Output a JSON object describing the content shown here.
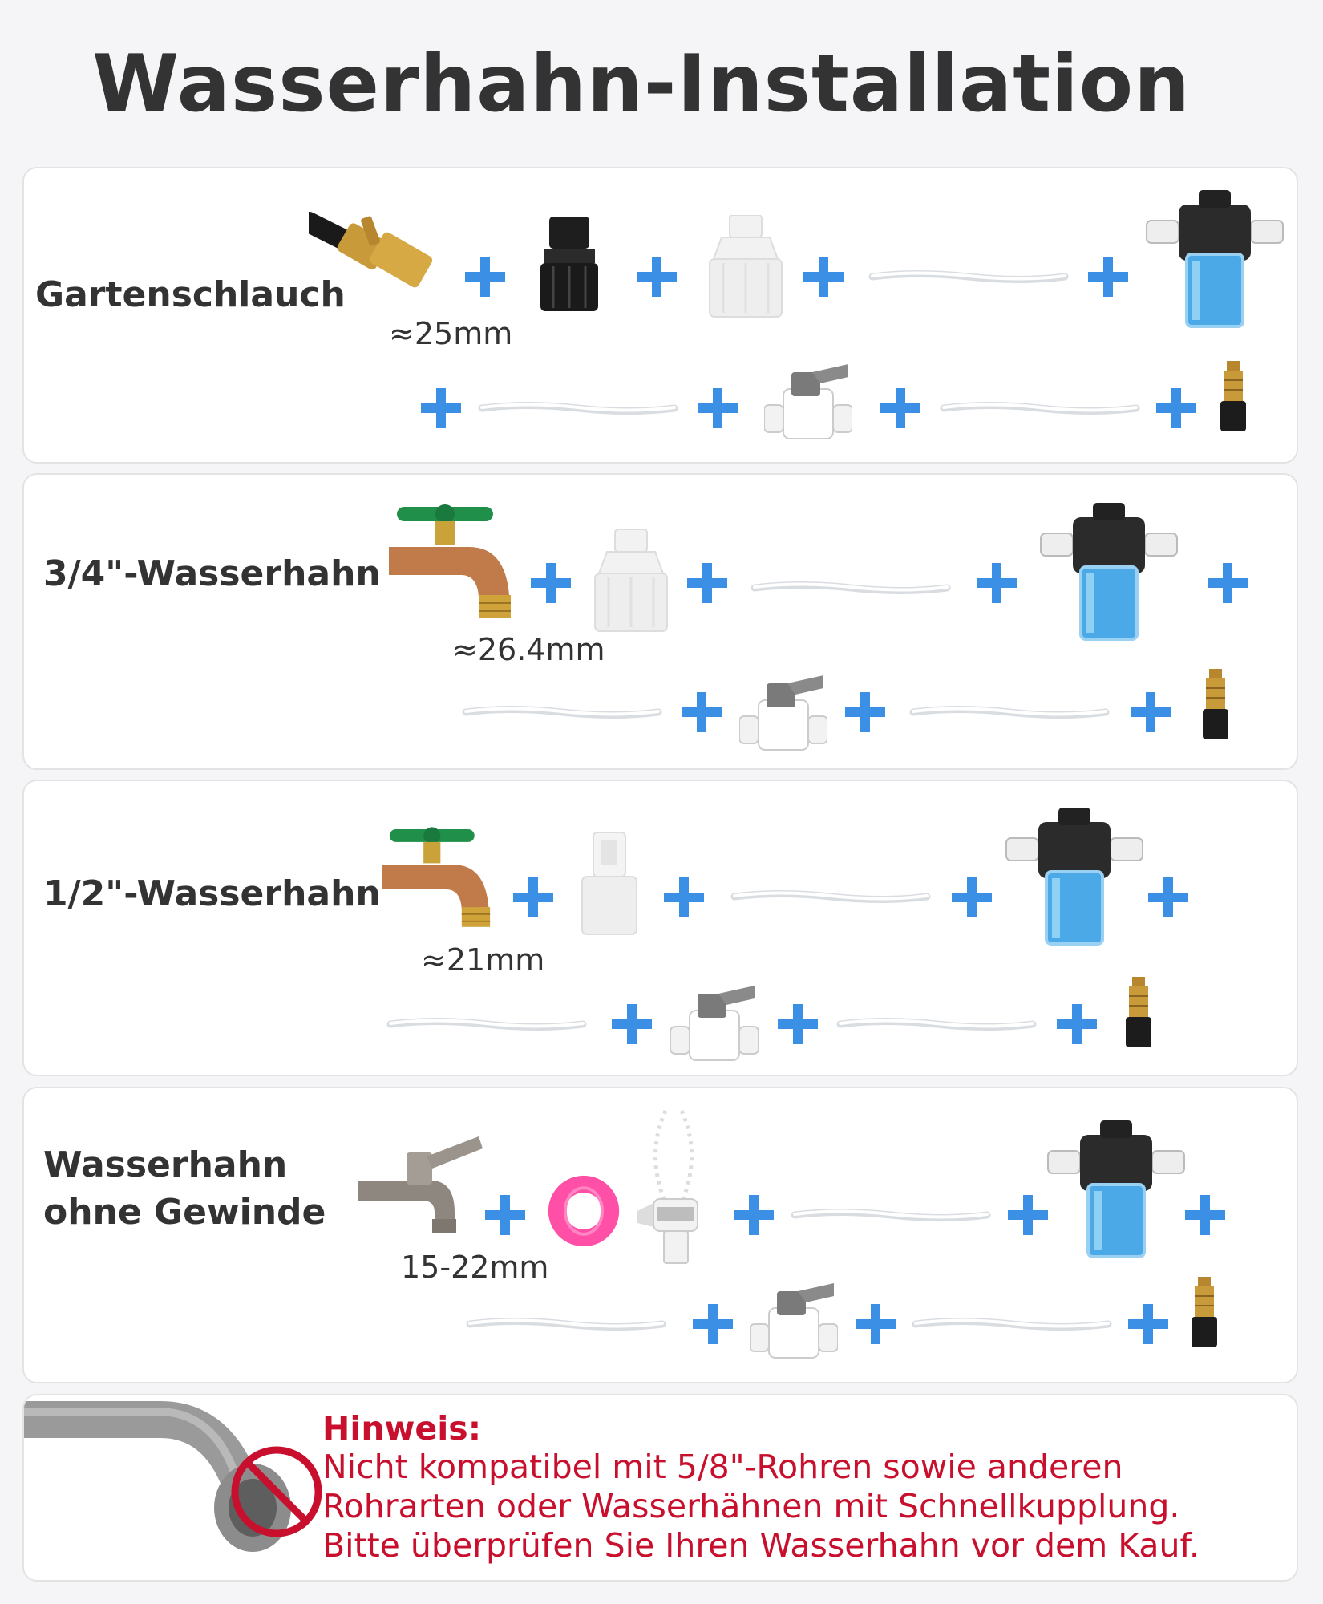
{
  "page": {
    "title": "Wasserhahn-Installation"
  },
  "colors": {
    "plus": "#3b8fe5",
    "note": "#c8102e",
    "text": "#333333",
    "filter_liquid": "#4aa9e6",
    "brass": "#c99a3a",
    "tape": "#ff4fa6"
  },
  "icons": [
    "plus-icon",
    "hose-end-icon",
    "quick-connector-icon",
    "faucet-adapter-icon",
    "tube-icon",
    "filter-icon",
    "ball-valve-icon",
    "brass-nozzle-icon",
    "garden-faucet-icon",
    "steel-faucet-icon",
    "teflon-tape-icon",
    "hose-clamp-icon",
    "prohibited-icon"
  ],
  "sections": [
    {
      "label": "Gartenschlauch",
      "measure": "≈25mm"
    },
    {
      "label": "3/4\"-Wasserhahn",
      "measure": "≈26.4mm"
    },
    {
      "label": "1/2\"-Wasserhahn",
      "measure": "≈21mm"
    },
    {
      "label_line1": "Wasserhahn",
      "label_line2": "ohne Gewinde",
      "measure": "15-22mm"
    }
  ],
  "note": {
    "title": "Hinweis:",
    "line1": "Nicht kompatibel mit 5/8\"-Rohren sowie anderen",
    "line2": "Rohrarten oder Wasserhähnen mit Schnellkupplung.",
    "line3": "Bitte überprüfen Sie Ihren Wasserhahn vor dem Kauf."
  }
}
